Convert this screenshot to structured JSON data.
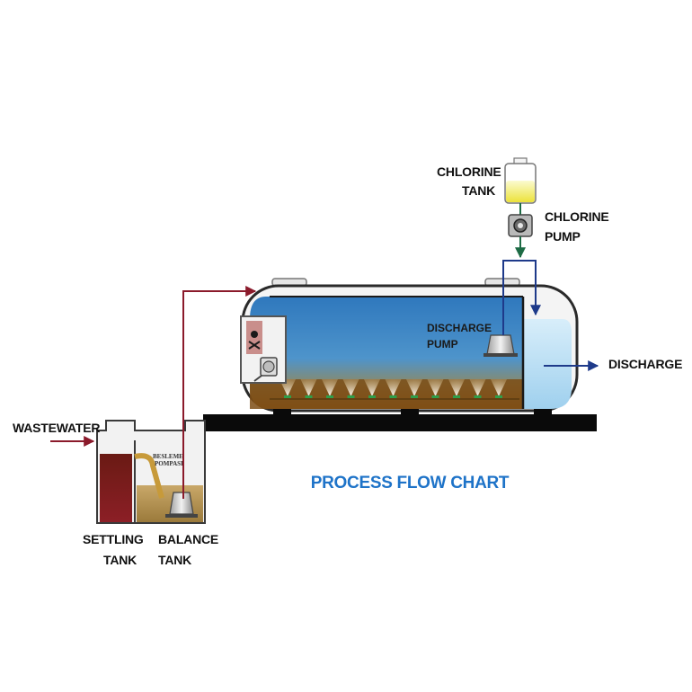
{
  "title": "PROCESS FLOW CHART",
  "labels": {
    "chlorine_tank_1": "CHLORINE",
    "chlorine_tank_2": "TANK",
    "chlorine_pump_1": "CHLORINE",
    "chlorine_pump_2": "PUMP",
    "discharge_pump_1": "DISCHARGE",
    "discharge_pump_2": "PUMP",
    "discharge": "DISCHARGE",
    "wastewater": "WASTEWATER",
    "settling_tank_1": "SETTLING",
    "settling_tank_2": "TANK",
    "balance_tank_1": "BALANCE",
    "balance_tank_2": "TANK",
    "balance_pump_plate_1": "BESLEME",
    "balance_pump_plate_2": "POMPASI"
  },
  "colors": {
    "title": "#1e73c8",
    "wastewater_line": "#8b1a2b",
    "chlorine_line": "#1d6b45",
    "discharge_line": "#1e3a8a",
    "tank_water": "#3a84c4",
    "clear_water": "#bfe2f5",
    "sludge": "#7a4a12",
    "chlorine_liquid": "#f2ef6a"
  },
  "icons": {
    "warning_panel": "skull-crossbones-icon",
    "blower": "blower-icon"
  }
}
